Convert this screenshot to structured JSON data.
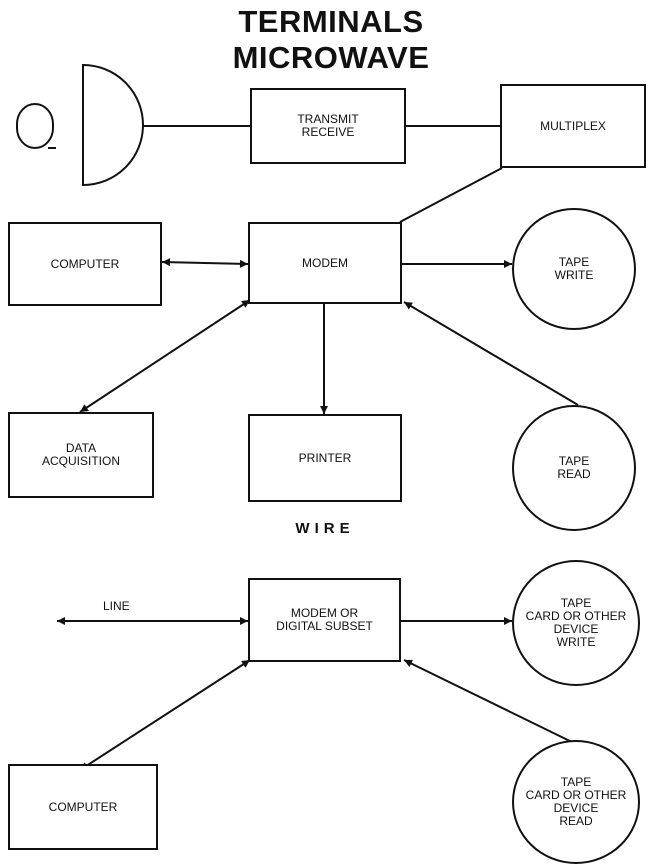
{
  "title": "TERMINALS",
  "subtitle": "MICROWAVE",
  "section_wire": "WIRE",
  "microwave": {
    "transmit_receive": "TRANSMIT\nRECEIVE",
    "multiplex": "MULTIPLEX",
    "computer": "COMPUTER",
    "modem": "MODEM",
    "tape_write": "TAPE\nWRITE",
    "data_acquisition": "DATA\nACQUISITION",
    "printer": "PRINTER",
    "tape_read": "TAPE\nREAD"
  },
  "wire": {
    "line": "LINE",
    "modem_digital_subset": "MODEM OR\nDIGITAL SUBSET",
    "device_write": "TAPE\nCARD OR OTHER\nDEVICE\nWRITE",
    "computer": "COMPUTER",
    "device_read": "TAPE\nCARD OR OTHER\nDEVICE\nREAD"
  }
}
